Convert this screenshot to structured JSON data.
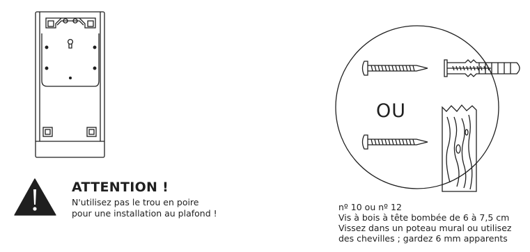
{
  "warning": {
    "title": "ATTENTION !",
    "line1": "N'utilisez pas le trou en poire",
    "line2": "pour une installation au plafond !"
  },
  "fastener_detail": {
    "or_label": "OU",
    "spec_lines": [
      "nº 10 ou nº 12",
      "Vis à bois à tête bombée de 6 à 7,5 cm",
      "Vissez dans un poteau mural ou utilisez",
      "des chevilles ; gardez 6 mm apparents"
    ]
  },
  "colors": {
    "line": "#1f1f1f",
    "background": "#ffffff"
  }
}
